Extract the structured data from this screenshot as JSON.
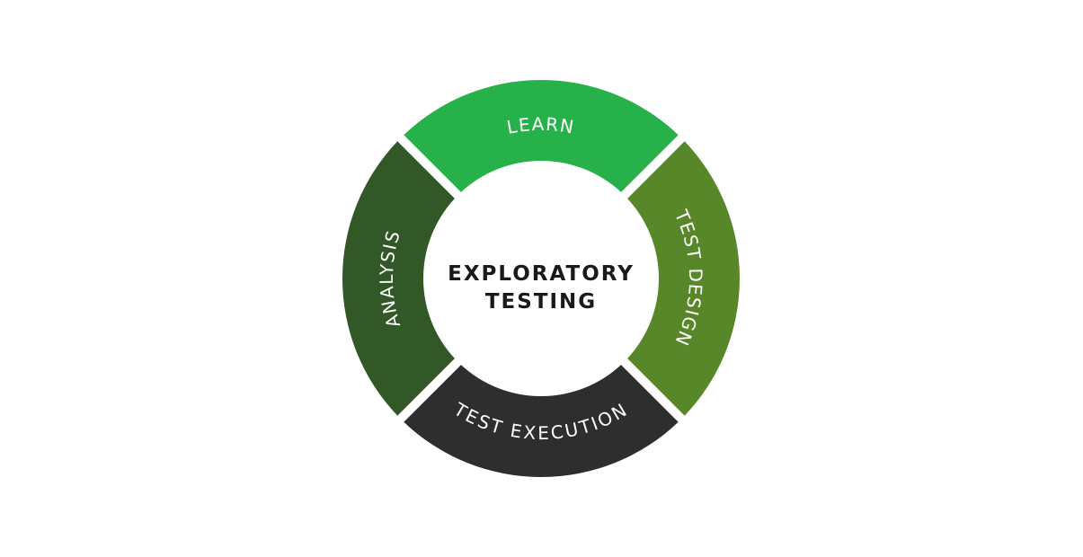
{
  "center": {
    "line1": "EXPLORATORY",
    "line2": "TESTING"
  },
  "segments": [
    {
      "key": "learn",
      "label": "LEARN",
      "color": "#27b14a"
    },
    {
      "key": "test_design",
      "label": "TEST DESIGN",
      "color": "#578729"
    },
    {
      "key": "test_execution",
      "label": "TEST EXECUTION",
      "color": "#2e2e2e"
    },
    {
      "key": "analysis",
      "label": "ANALYSIS",
      "color": "#315826"
    }
  ],
  "colors": {
    "background": "#ffffff",
    "label_text": "#ffffff",
    "center_text": "#1a1a1a"
  }
}
